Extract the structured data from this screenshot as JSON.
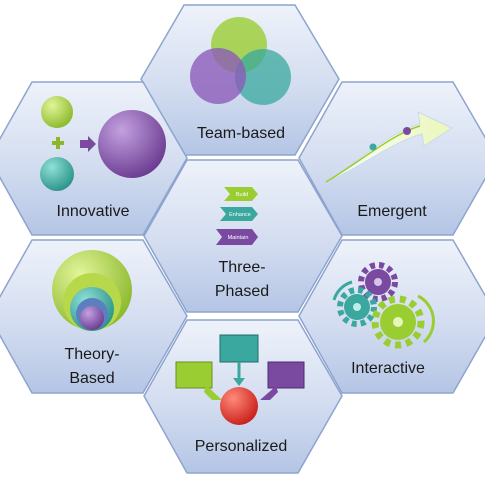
{
  "diagram": {
    "hexagons": [
      {
        "id": "team",
        "label": "Team-based",
        "icon": "overlapping-circles-icon"
      },
      {
        "id": "innovative",
        "label": "Innovative",
        "icon": "circles-plus-arrow-icon"
      },
      {
        "id": "emergent",
        "label": "Emergent",
        "icon": "curved-arrow-icon"
      },
      {
        "id": "three",
        "label_lines": [
          "Three-",
          "Phased"
        ],
        "icon": "chevron-steps-icon"
      },
      {
        "id": "theory",
        "label_lines": [
          "Theory-",
          "Based"
        ],
        "icon": "nested-circles-icon"
      },
      {
        "id": "interactive",
        "label": "Interactive",
        "icon": "gears-icon"
      },
      {
        "id": "personalized",
        "label": "Personalized",
        "icon": "flowchart-icon"
      }
    ],
    "phases": [
      "Build",
      "Enhance",
      "Maintain"
    ],
    "colors": {
      "hex_fill_top": "#e9eef8",
      "hex_fill_bottom": "#b8c8e6",
      "hex_stroke": "#8ea4cf",
      "green": "#9acd32",
      "teal": "#3aa89e",
      "purple": "#7a4aa0",
      "red": "#e0302a"
    }
  }
}
